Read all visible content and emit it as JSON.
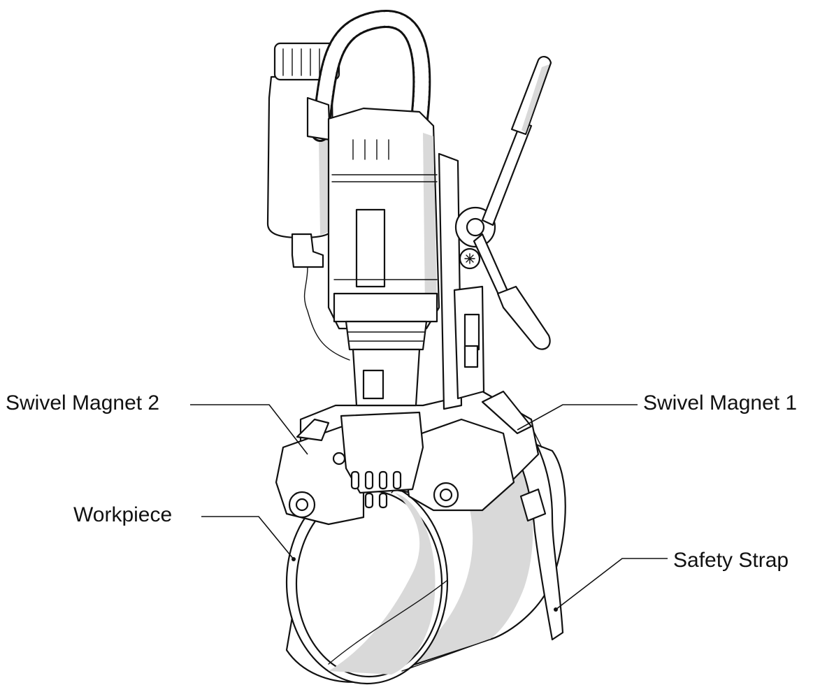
{
  "figure": {
    "subject": "magnetic-drill-on-pipe",
    "callouts": [
      {
        "id": "swivel-magnet-2",
        "label": "Swivel Magnet 2"
      },
      {
        "id": "swivel-magnet-1",
        "label": "Swivel Magnet 1"
      },
      {
        "id": "workpiece",
        "label": "Workpiece"
      },
      {
        "id": "safety-strap",
        "label": "Safety Strap"
      }
    ]
  },
  "colors": {
    "line": "#111111",
    "shade": "#d9d9d9",
    "background": "#ffffff"
  }
}
